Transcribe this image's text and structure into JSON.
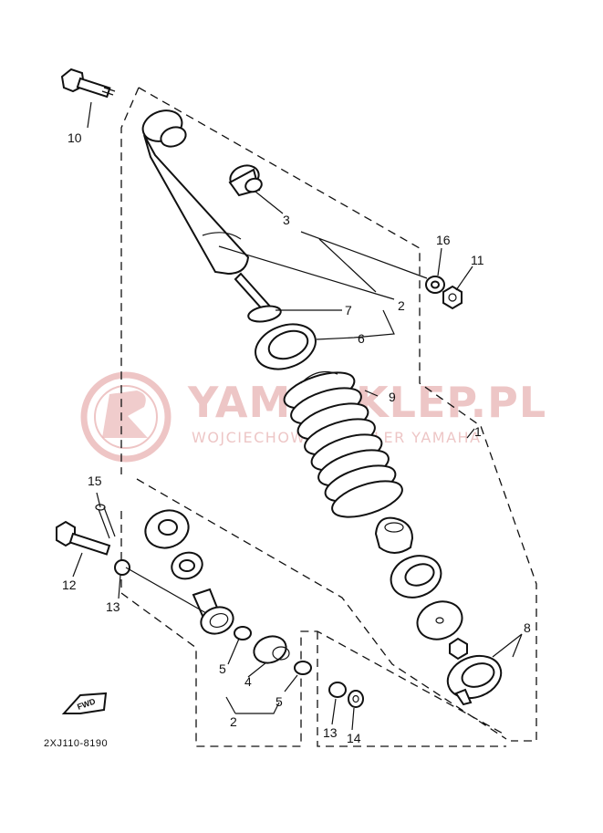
{
  "diagram": {
    "code": "2XJ110-8190",
    "fwd_label": "FWD"
  },
  "watermark": {
    "brand": "YAMASKLEP.PL",
    "tagline": "WOJCIECHOWSKI DEALER YAMAHA"
  },
  "callouts": [
    {
      "id": "c-10",
      "label": "10"
    },
    {
      "id": "c-3",
      "label": "3"
    },
    {
      "id": "c-16",
      "label": "16"
    },
    {
      "id": "c-11",
      "label": "11"
    },
    {
      "id": "c-7",
      "label": "7"
    },
    {
      "id": "c-2-top",
      "label": "2"
    },
    {
      "id": "c-6",
      "label": "6"
    },
    {
      "id": "c-9",
      "label": "9"
    },
    {
      "id": "c-1",
      "label": "1"
    },
    {
      "id": "c-15",
      "label": "15"
    },
    {
      "id": "c-12",
      "label": "12"
    },
    {
      "id": "c-13-left",
      "label": "13"
    },
    {
      "id": "c-8",
      "label": "8"
    },
    {
      "id": "c-5-left",
      "label": "5"
    },
    {
      "id": "c-4",
      "label": "4"
    },
    {
      "id": "c-5-right",
      "label": "5"
    },
    {
      "id": "c-2-bottom",
      "label": "2"
    },
    {
      "id": "c-13-bottom",
      "label": "13"
    },
    {
      "id": "c-14",
      "label": "14"
    }
  ]
}
